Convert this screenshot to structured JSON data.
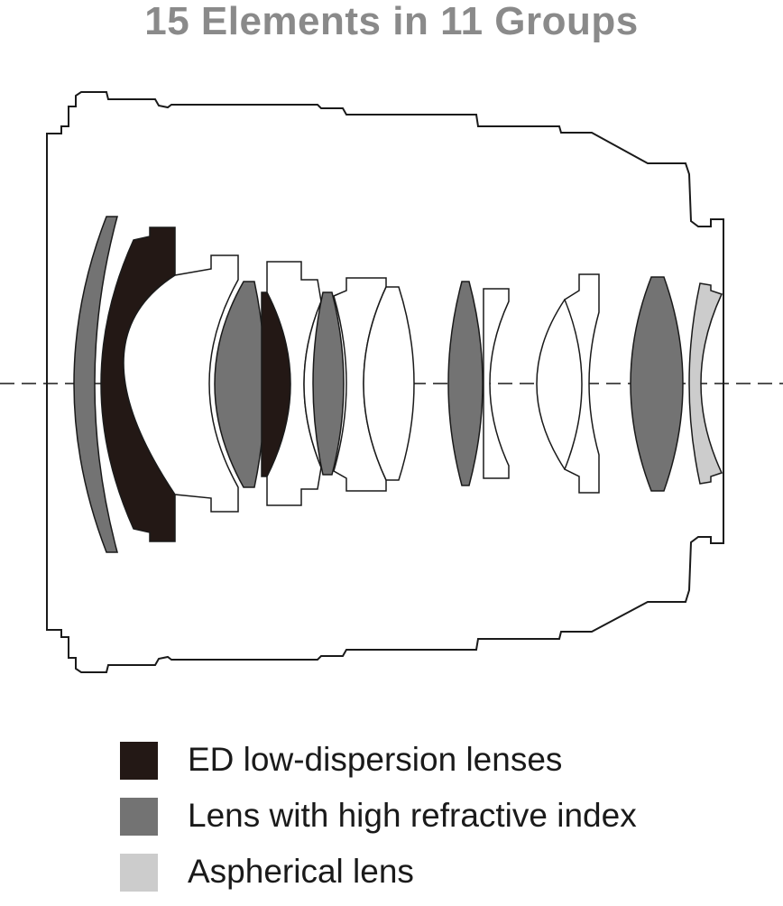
{
  "title": "15 Elements in 11 Groups",
  "colors": {
    "ed": "#231815",
    "high_refractive": "#737373",
    "aspherical": "#cccccc",
    "outline": "#1a1a1a",
    "title": "#8a8a8a"
  },
  "legend": [
    {
      "label": "ED low-dispersion lenses",
      "color": "#231815"
    },
    {
      "label": "Lens with high refractive index",
      "color": "#737373"
    },
    {
      "label": "Aspherical lens",
      "color": "#cccccc"
    }
  ]
}
